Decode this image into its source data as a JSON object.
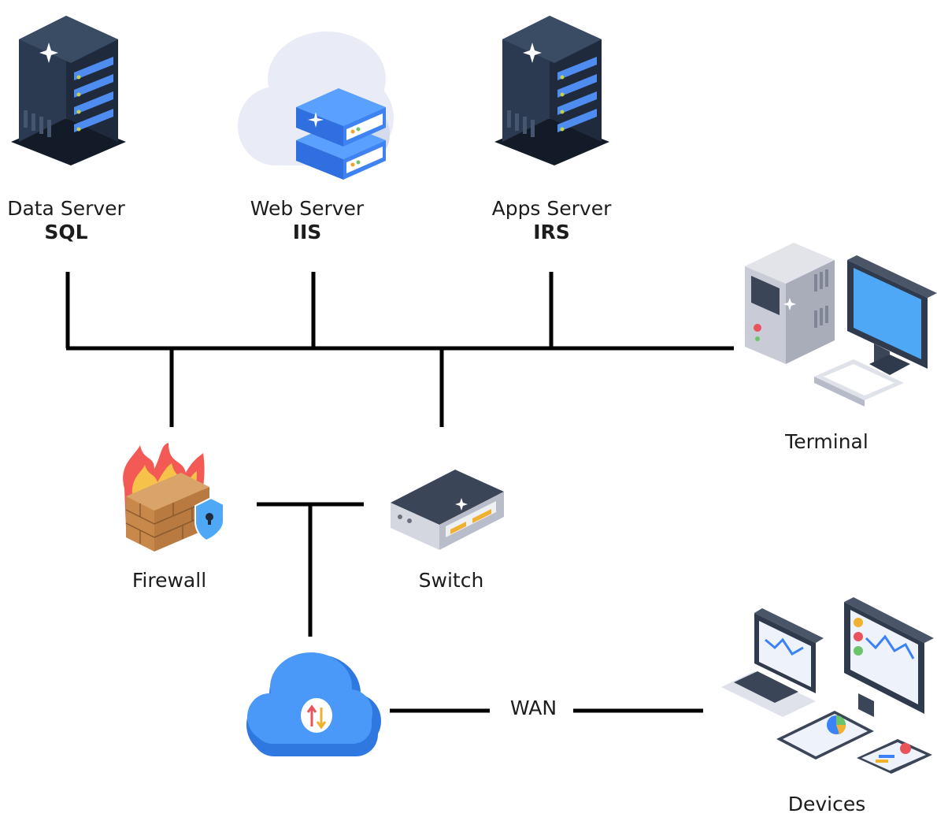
{
  "nodes": {
    "data_server": {
      "name": "Data Server",
      "sub": "SQL"
    },
    "web_server": {
      "name": "Web Server",
      "sub": "IIS"
    },
    "apps_server": {
      "name": "Apps Server",
      "sub": "IRS"
    },
    "terminal": {
      "name": "Terminal"
    },
    "firewall": {
      "name": "Firewall"
    },
    "switch": {
      "name": "Switch"
    },
    "cloud": {
      "name": ""
    },
    "devices": {
      "name": "Devices"
    }
  },
  "links": {
    "wan": "WAN"
  },
  "colors": {
    "server_dark": "#1f2a3c",
    "server_face": "#2e3b50",
    "accent_blue": "#3b82f6",
    "cloud_blue": "#3d8ef0",
    "cloud_light": "#e8ecf5",
    "fire": "#f45a4a",
    "brick": "#c9955b",
    "line": "#000000"
  }
}
